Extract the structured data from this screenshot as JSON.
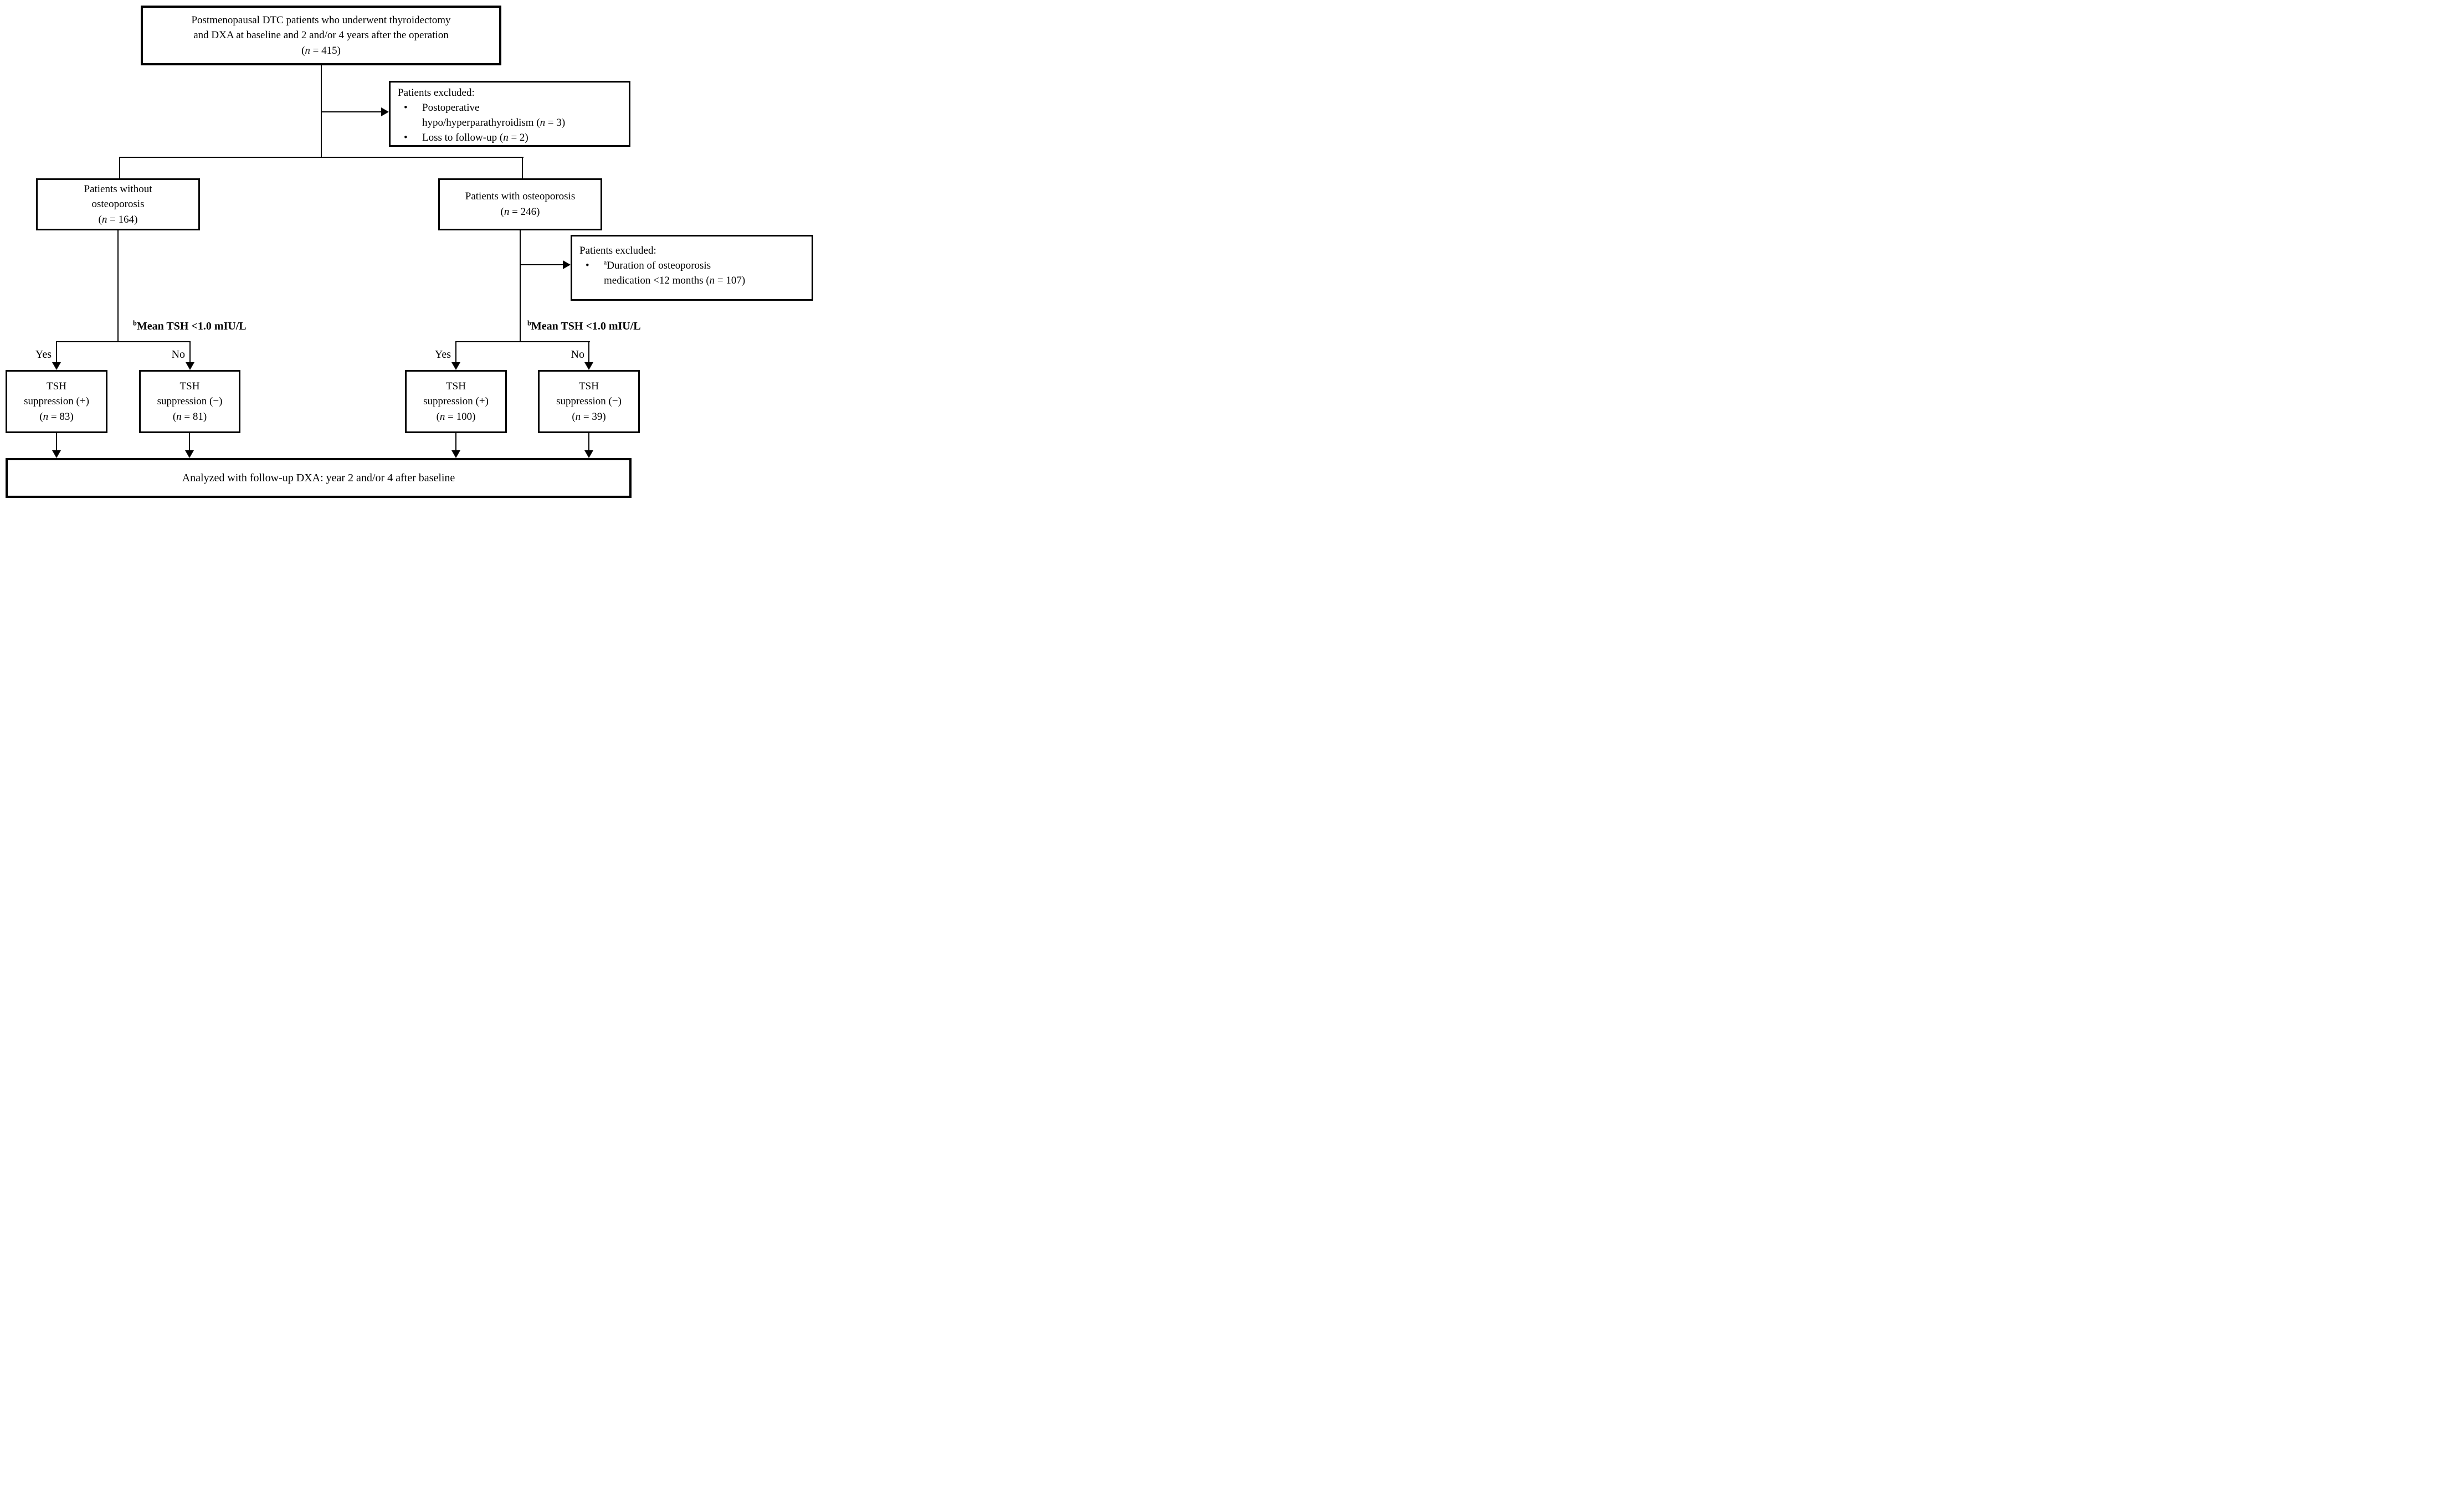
{
  "figure": {
    "background": "#ffffff",
    "line_color": "#000000",
    "text_color": "#000000",
    "bullet_glyph": "•"
  },
  "boxes": {
    "root": {
      "text": "Postmenopausal DTC patients who underwent thyroidectomy\nand DXA at baseline and 2 and/or 4 years after the operation\n(*n* = 415)"
    },
    "excluded_top": {
      "title": "Patients excluded:",
      "bullets": [
        "Postoperative\nhypo/hyperparathyroidism (*n* = 3)",
        "Loss to follow-up (*n* = 2)"
      ]
    },
    "without_osteoporosis": {
      "text": "Patients without\nosteoporosis\n(*n* = 164)"
    },
    "with_osteoporosis": {
      "text": "Patients with osteoporosis\n(*n* = 246)"
    },
    "excluded_osteoporosis": {
      "title": "Patients excluded:",
      "bullets": [
        "^a^Duration of osteoporosis\nmedication <12 months (*n* = 107)"
      ]
    },
    "tsh_plus_left": {
      "text": "TSH\nsuppression (+)\n(*n* = 83)"
    },
    "tsh_minus_left": {
      "text": "TSH\nsuppression (−)\n(*n* = 81)"
    },
    "tsh_plus_right": {
      "text": "TSH\nsuppression (+)\n(*n* = 100)"
    },
    "tsh_minus_right": {
      "text": "TSH\nsuppression (−)\n(*n* = 39)"
    },
    "analyzed": {
      "text": "Analyzed with follow-up DXA: year 2 and/or 4 after baseline"
    }
  },
  "labels": {
    "mean_tsh_left": "^b^Mean TSH <1.0 mIU/L",
    "mean_tsh_right": "^b^Mean TSH <1.0 mIU/L",
    "yes_left": "Yes",
    "no_left": "No",
    "yes_right": "Yes",
    "no_right": "No"
  }
}
